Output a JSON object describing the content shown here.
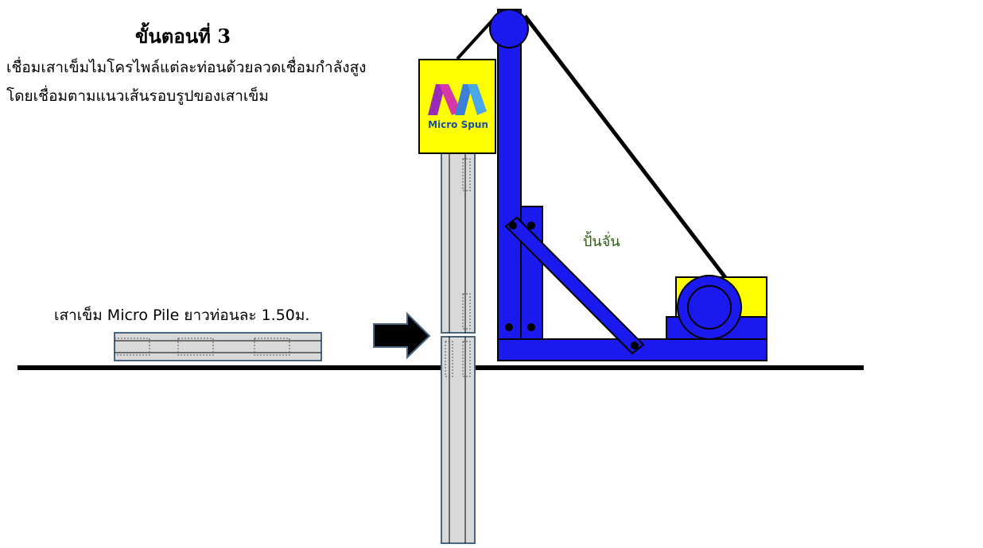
{
  "title": "ขั้นตอนที่ 3",
  "description": {
    "line1": "เชื่อมเสาเข็มไมโครไพล์แต่ละท่อนด้วยลวดเชื่อมกำลังสูง",
    "line2": "โดยเชื่อมตามแนวเส้นรอบรูปของเสาเข็ม"
  },
  "pile_caption": "เสาเข็ม Micro Pile ยาวท่อนละ 1.50ม.",
  "rig_label": "ปั้นจั่น",
  "brand": "Micro Spun",
  "colors": {
    "rig": "#1a1aee",
    "box": "#ffff00",
    "pile_fill": "#d9d9d9",
    "pile_stroke": "#4a6580",
    "arrow": "#000000"
  },
  "icons": {
    "logo": "micro-spun-logo-icon",
    "arrow": "right-arrow-icon"
  }
}
